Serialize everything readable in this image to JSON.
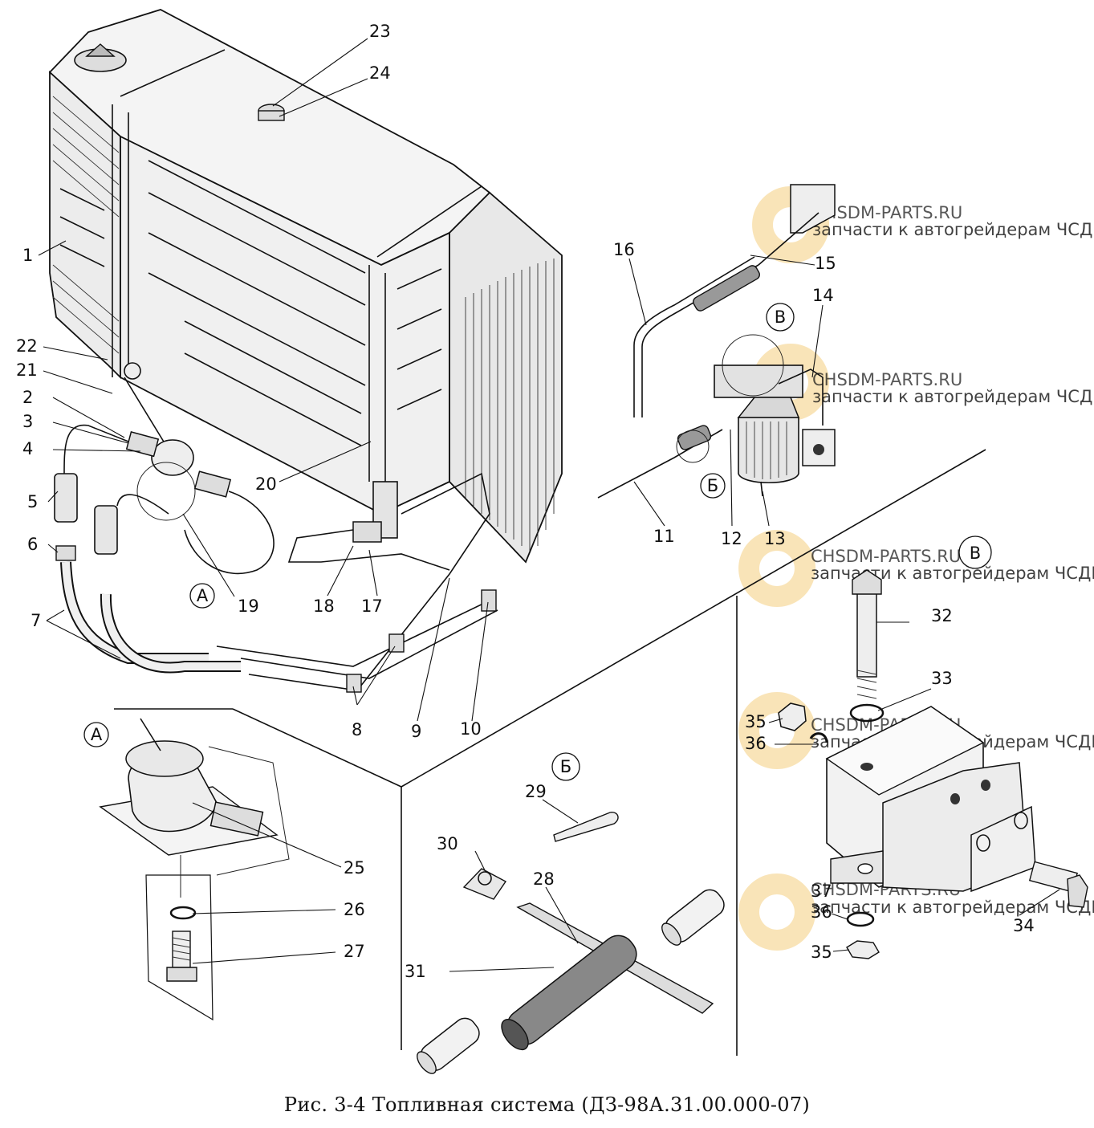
{
  "caption": "Рис. 3-4 Топливная система (ДЗ-98А.31.00.000-07)",
  "watermark": {
    "brand": "CHSDM-PARTS.RU",
    "tagline": "запчасти к автогрейдерам ЧСДМ",
    "color": "#f2c462"
  },
  "views": {
    "a": "А",
    "b": "Б",
    "v": "В"
  },
  "callouts": [
    "1",
    "2",
    "3",
    "4",
    "5",
    "6",
    "7",
    "8",
    "9",
    "10",
    "11",
    "12",
    "13",
    "14",
    "15",
    "16",
    "17",
    "18",
    "19",
    "20",
    "21",
    "22",
    "23",
    "24",
    "25",
    "26",
    "27",
    "28",
    "29",
    "30",
    "31",
    "32",
    "33",
    "34",
    "35",
    "36",
    "37"
  ]
}
